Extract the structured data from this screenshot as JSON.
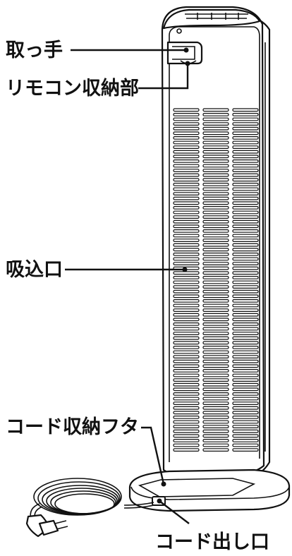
{
  "labels": {
    "handle": "取っ手",
    "remote_storage": "リモコン収納部",
    "air_intake": "吸込口",
    "cord_storage_cover": "コード収納フタ",
    "cord_outlet": "コード出し口"
  },
  "grille": {
    "columns": 3,
    "rows": 74
  }
}
